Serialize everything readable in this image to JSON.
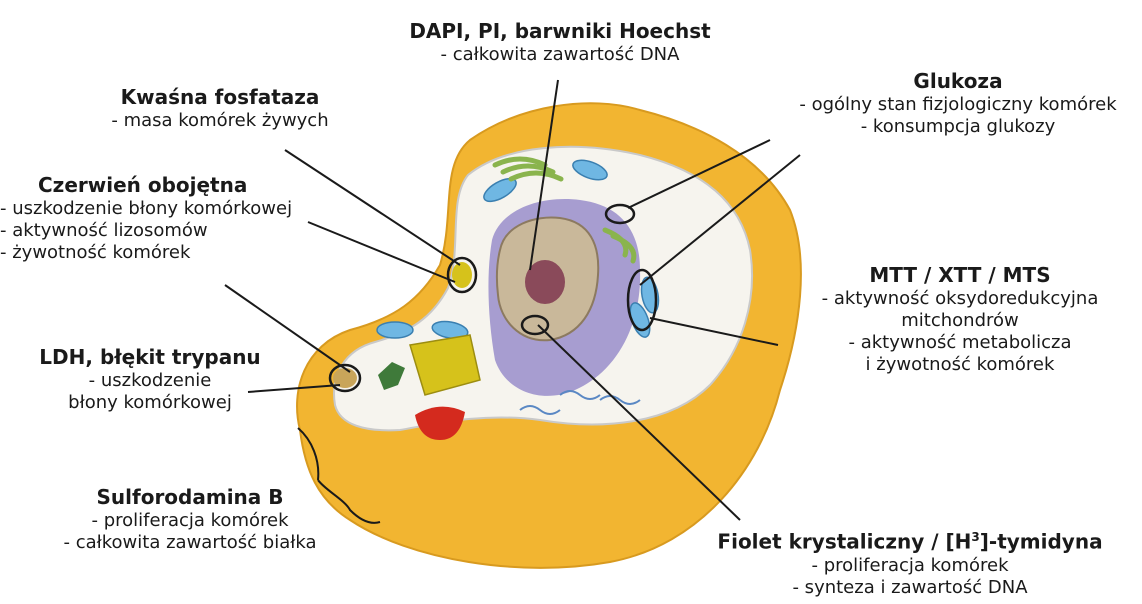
{
  "labels": {
    "dapi": {
      "title": "DAPI, PI, barwniki Hoechst",
      "lines": [
        "- całkowita zawartość DNA"
      ]
    },
    "acid": {
      "title": "Kwaśna fosfataza",
      "lines": [
        "- masa komórek żywych"
      ]
    },
    "neutral": {
      "title": "Czerwień obojętna",
      "lines": [
        "- uszkodzenie błony komórkowej",
        "- aktywność lizosomów",
        "- żywotność komórek"
      ]
    },
    "glucose": {
      "title": "Glukoza",
      "lines": [
        "- ogólny stan fizjologiczny komórek",
        "- konsumpcja glukozy"
      ]
    },
    "mtt": {
      "title": "MTT / XTT / MTS",
      "lines": [
        "- aktywność oksydoredukcyjna",
        "mitchondrów",
        "- aktywność metabolicza",
        "i żywotność komórek"
      ]
    },
    "ldh": {
      "title": "LDH, błękit trypanu",
      "lines": [
        "- uszkodzenie",
        "błony komórkowej"
      ]
    },
    "srb": {
      "title": "Sulforodamina B",
      "lines": [
        "- proliferacja komórek",
        "- całkowita zawartość białka"
      ]
    },
    "violet": {
      "title_pre": "Fiolet krystaliczny / [H",
      "title_sup": "3",
      "title_post": "]-tymidyna",
      "lines": [
        "- proliferacja komórek",
        "- synteza i zawartość DNA"
      ]
    }
  },
  "colors": {
    "cytoplasm_outer": "#f2b531",
    "cytoplasm_inner": "#f6f4ee",
    "nucleus_envelope": "#a79dd0",
    "nucleus": "#c9b89a",
    "nucleolus": "#8a4a5a",
    "mitochondria": "#6fb7e3",
    "golgi": "#8ab44d",
    "lysosome": "#d6c21b",
    "red_organelle": "#d42a1e"
  }
}
